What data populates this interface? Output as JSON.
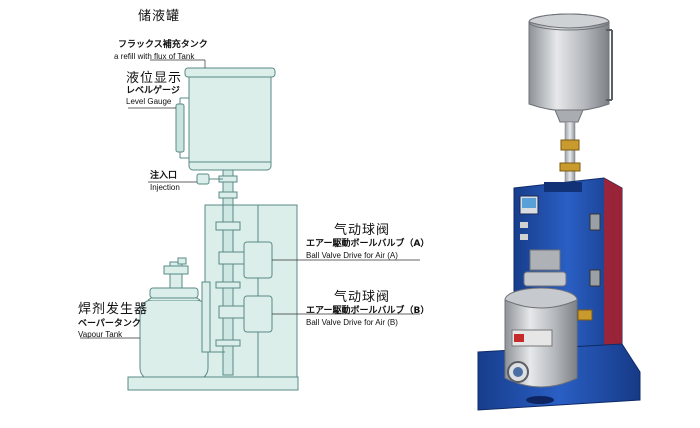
{
  "labels": {
    "storage_tank": {
      "zh": "储液罐",
      "jp": "フラックス補充タンク",
      "en": "a refill with flux of Tank"
    },
    "level_gauge": {
      "zh": "液位显示",
      "jp": "レベルゲージ",
      "en": "Level Gauge"
    },
    "injection": {
      "jp": "注入口",
      "en": "Injection"
    },
    "valve_a": {
      "zh": "气动球阀",
      "jp": "エアー駆動ボールバルブ（A）",
      "en": "Ball Valve Drive for Air (A)"
    },
    "valve_b": {
      "zh": "气动球阀",
      "jp": "エアー駆動ボールバルブ（B）",
      "en": "Ball Valve Drive for Air (B)"
    },
    "vaporizer": {
      "zh": "焊剂发生器",
      "jp": "ベーパータンク",
      "en": "Vapour Tank"
    }
  },
  "colors": {
    "diagram_fill": "#dbeee9",
    "diagram_stroke": "#5a8a86",
    "base_blue": "#1f4fae",
    "steel": "#b8bcc0",
    "brass": "#c99a2e"
  }
}
